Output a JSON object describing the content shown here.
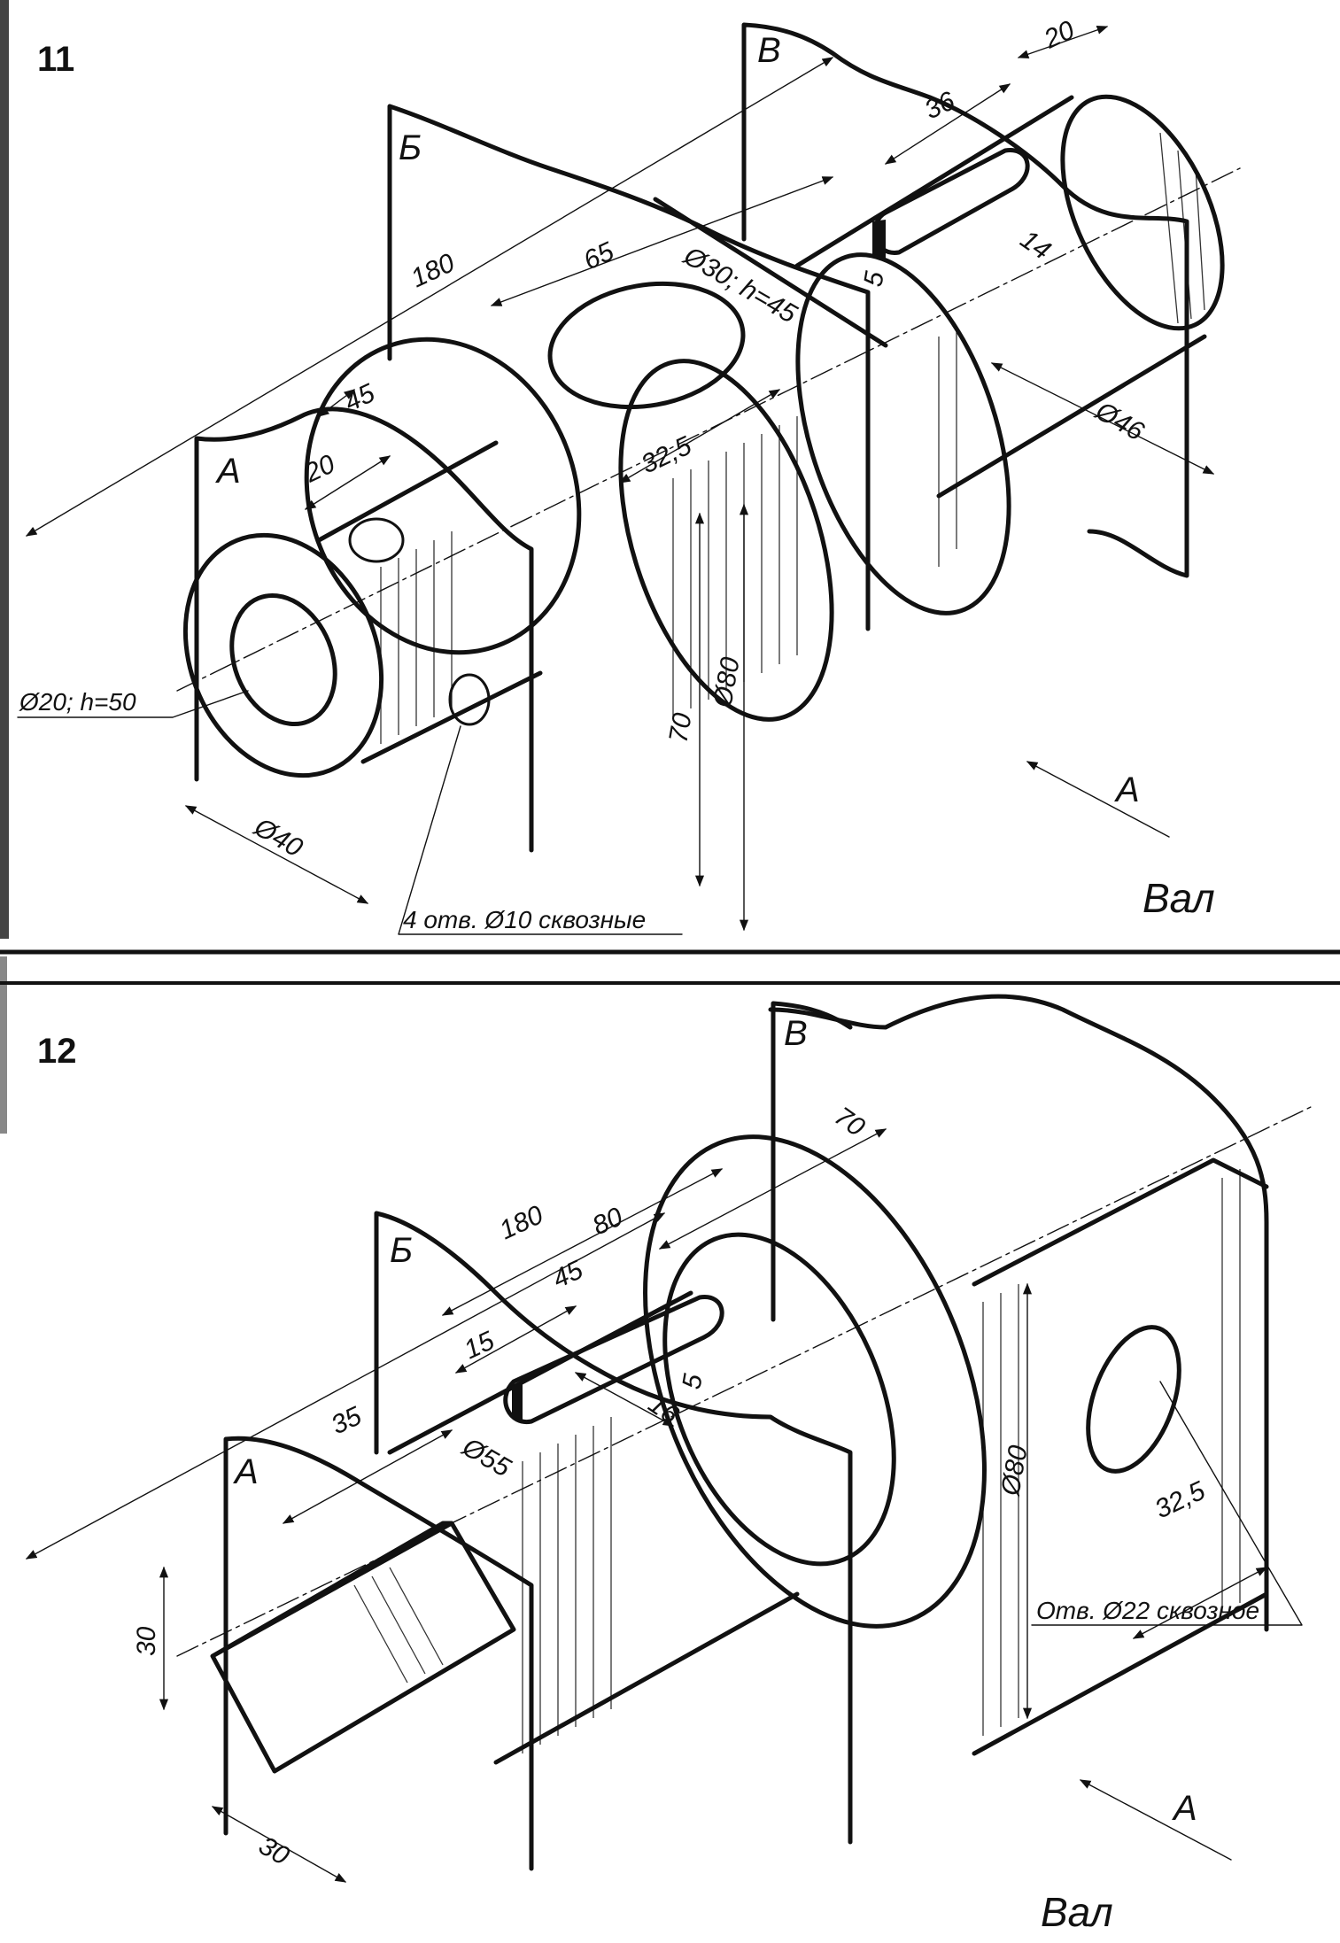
{
  "sheet": {
    "separator": true,
    "figures": [
      {
        "number": "11",
        "title": "Вал",
        "view_label": "А",
        "planes": [
          "А",
          "Б",
          "В"
        ],
        "dimensions": {
          "d180": "180",
          "d65": "65",
          "d36": "36",
          "d20a": "20",
          "d14": "14",
          "d5": "5",
          "d45": "45",
          "d20b": "20",
          "d325": "32,5",
          "d70": "70",
          "d80": "Ø80",
          "d40": "Ø40",
          "d46": "Ø46",
          "d30h": "Ø30; h=45"
        },
        "notes": {
          "bore": "Ø20; h=50",
          "holes": "4 отв. Ø10 сквозные"
        }
      },
      {
        "number": "12",
        "title": "Вал",
        "view_label": "А",
        "planes": [
          "А",
          "Б",
          "В"
        ],
        "dimensions": {
          "d180": "180",
          "d80a": "80",
          "d70": "70",
          "d45": "45",
          "d15": "15",
          "d35": "35",
          "d16": "16",
          "d5": "5",
          "d55": "Ø55",
          "d80": "Ø80",
          "d325": "32,5",
          "d30a": "30",
          "d30b": "30"
        },
        "notes": {
          "hole": "Отв. Ø22 сквозное"
        }
      }
    ]
  }
}
